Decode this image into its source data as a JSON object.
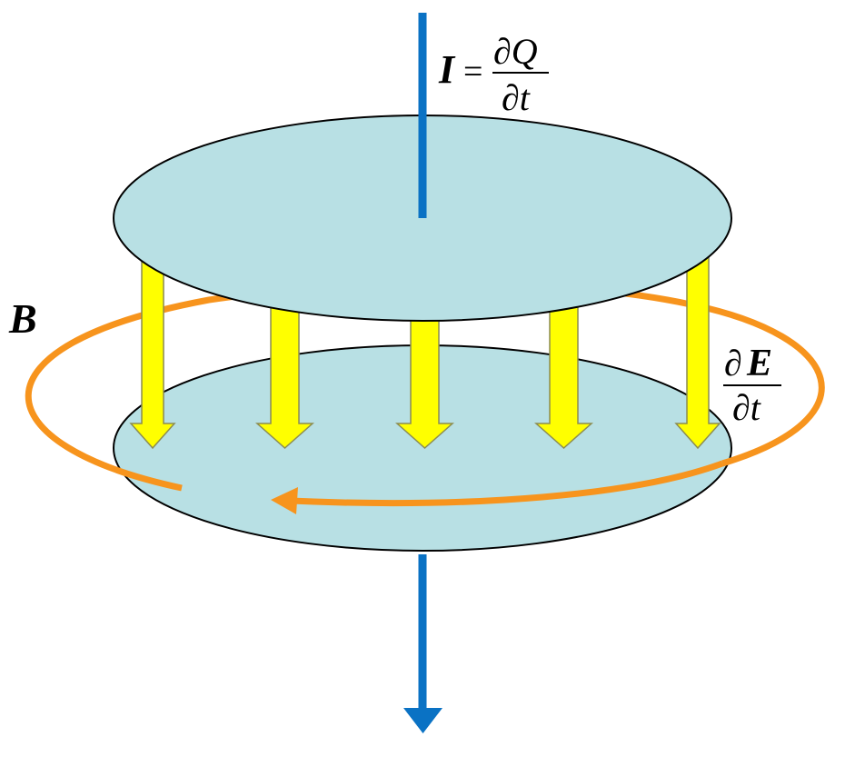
{
  "labels": {
    "current_symbol": "I",
    "equals": "=",
    "current_numerator": "∂Q",
    "current_denominator": "∂t",
    "field_symbol": "B",
    "efield_partial": "∂",
    "efield_symbol": "E",
    "efield_denominator": "∂t"
  },
  "colors": {
    "wire": "#0a72c4",
    "plate_fill": "#b8e0e4",
    "plate_stroke": "#000000",
    "field_loop": "#f7941d",
    "efield_arrow_fill": "#ffff00",
    "efield_arrow_stroke": "#8c8c50"
  },
  "icons": {
    "efield_arrow": "arrow-down-icon",
    "wire_arrow": "arrow-down-icon",
    "loop_arrow": "arrow-left-icon"
  }
}
